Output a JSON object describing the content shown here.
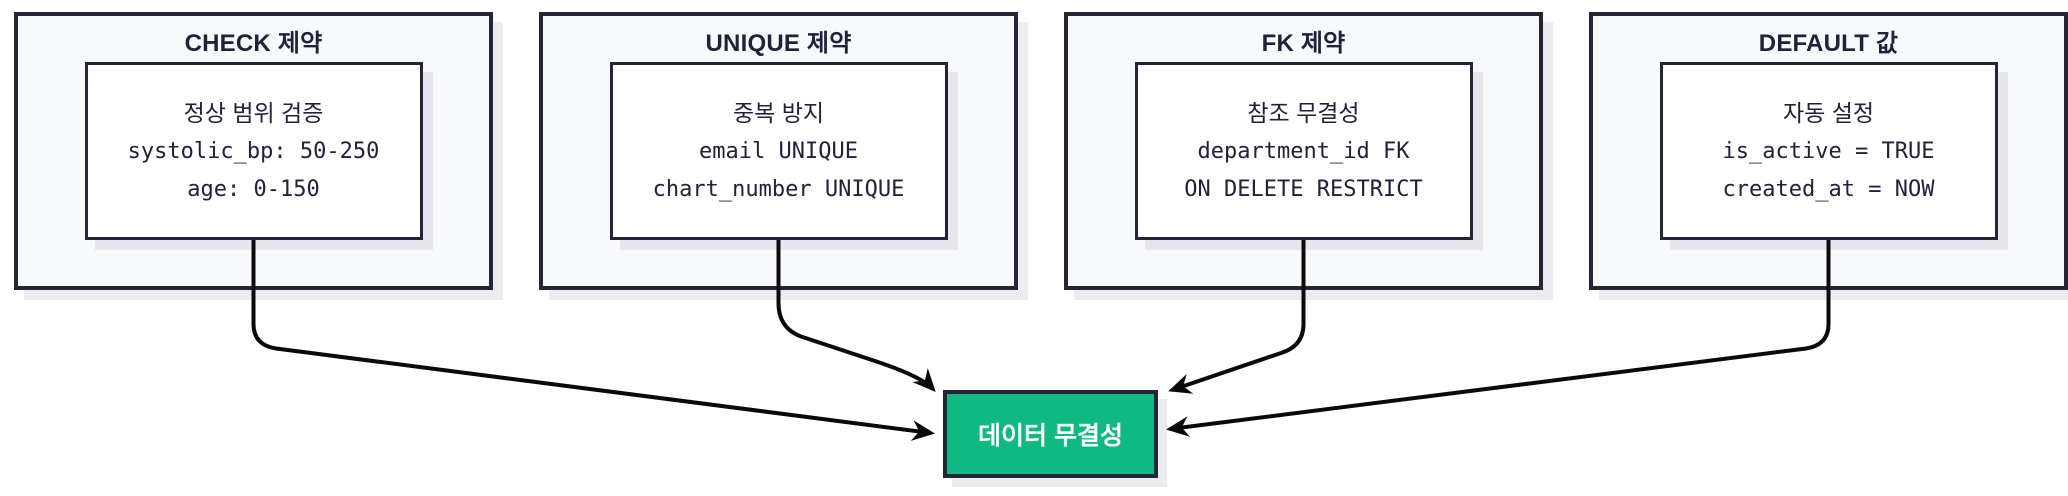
{
  "diagram": {
    "nodes": [
      {
        "id": "check",
        "title": "CHECK 제약",
        "subtitle": "정상 범위 검증",
        "lines": [
          "systolic_bp: 50-250",
          "age: 0-150"
        ]
      },
      {
        "id": "unique",
        "title": "UNIQUE 제약",
        "subtitle": "중복 방지",
        "lines": [
          "email UNIQUE",
          "chart_number UNIQUE"
        ]
      },
      {
        "id": "fk",
        "title": "FK 제약",
        "subtitle": "참조 무결성",
        "lines": [
          "department_id FK",
          "ON DELETE RESTRICT"
        ]
      },
      {
        "id": "default",
        "title": "DEFAULT 값",
        "subtitle": "자동 설정",
        "lines": [
          "is_active = TRUE",
          "created_at = NOW"
        ]
      }
    ],
    "target": {
      "id": "integrity",
      "label": "데이터 무결성"
    },
    "edges": [
      {
        "from": "check",
        "to": "integrity"
      },
      {
        "from": "unique",
        "to": "integrity"
      },
      {
        "from": "fk",
        "to": "integrity"
      },
      {
        "from": "default",
        "to": "integrity"
      }
    ],
    "colors": {
      "node_border": "#252538",
      "node_bg": "#f8f9fb",
      "inner_bg": "#ffffff",
      "target_bg": "#10b981",
      "target_text": "#ffffff",
      "arrow": "#0a0a0a",
      "text": "#21213a",
      "shadow": "#ececf0"
    }
  }
}
